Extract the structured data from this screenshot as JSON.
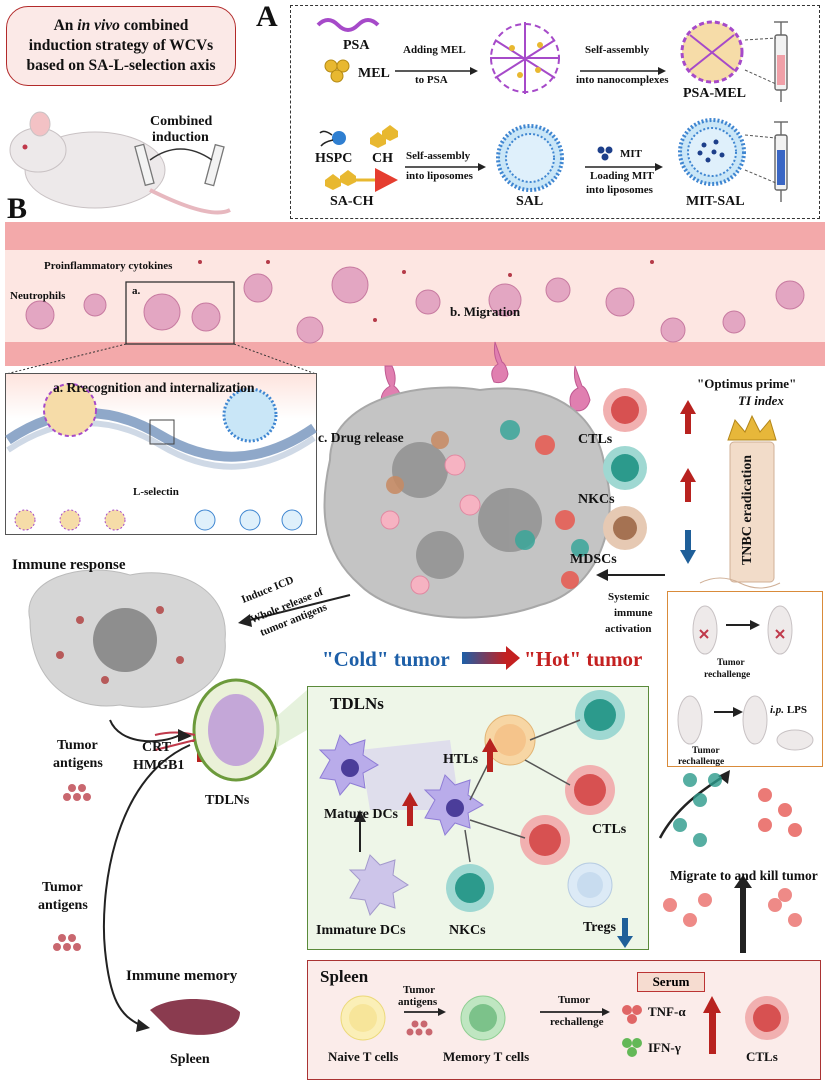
{
  "title": {
    "line1_pre": "An ",
    "line1_italic": "in vivo",
    "line1_post": " combined",
    "line2": "induction strategy of WCVs",
    "line3": "based on SA-L-selection axis"
  },
  "panel_letters": {
    "a": "A",
    "b": "B"
  },
  "panelA": {
    "psa": "PSA",
    "mel": "MEL",
    "adding_mel_l1": "Adding MEL",
    "adding_mel_l2": "to PSA",
    "self_assembly_nc_l1": "Self-assembly",
    "self_assembly_nc_l2": "into nanocomplexes",
    "psa_mel": "PSA-MEL",
    "hspc": "HSPC",
    "ch": "CH",
    "sa_ch": "SA-CH",
    "self_assembly_lipo_l1": "Self-assembly",
    "self_assembly_lipo_l2": "into liposomes",
    "sal": "SAL",
    "mit": "MIT",
    "loading_mit_l1": "Loading MIT",
    "loading_mit_l2": "into liposomes",
    "mit_sal": "MIT-SAL"
  },
  "mouse": {
    "combined_l1": "Combined",
    "combined_l2": "induction"
  },
  "vessel": {
    "cytokines": "Proinflammatory cytokines",
    "neutrophils": "Neutrophils",
    "a_label": "a.",
    "migration": "b. Migration"
  },
  "insetA": {
    "title": "a. Rrecognition and internalization",
    "lselectin": "L-selectin"
  },
  "tumor": {
    "drug_release": "c. Drug release",
    "cold": "\"Cold\" tumor",
    "hot": "\"Hot\" tumor"
  },
  "immune_cells": {
    "ctls": "CTLs",
    "nkcs": "NKCs",
    "mdscs": "MDSCs"
  },
  "optimus": {
    "line1": "\"Optimus prime\"",
    "line2": "TI index",
    "pillar": "TNBC eradication"
  },
  "immune_response": {
    "title": "Immune response",
    "induce_icd": "Induce ICD",
    "whole_release_l1": "Whole release of",
    "whole_release_l2": "tumor antigens",
    "systemic_l1": "Systemic",
    "systemic_l2": "immune",
    "systemic_l3": "activation"
  },
  "rechallenge": {
    "r1_l1": "Tumor",
    "r1_l2": "rechallenge",
    "r2_l1": "Tumor",
    "r2_l2": "rechallenge",
    "lps_italic": "i.p.",
    "lps": " LPS"
  },
  "left_flow": {
    "tumor_antigens1_l1": "Tumor",
    "tumor_antigens1_l2": "antigens",
    "crt": "CRT",
    "hmgb1": "HMGB1",
    "tdlns": "TDLNs",
    "tumor_antigens2_l1": "Tumor",
    "tumor_antigens2_l2": "antigens",
    "immune_memory": "Immune memory",
    "spleen": "Spleen"
  },
  "tdln_box": {
    "title": "TDLNs",
    "htls": "HTLs",
    "mature_dcs": "Mature DCs",
    "ctls": "CTLs",
    "immature_dcs": "Immature DCs",
    "nkcs": "NKCs",
    "tregs": "Tregs"
  },
  "migrate": "Migrate to and kill tumor",
  "spleen_box": {
    "title": "Spleen",
    "naive": "Naive T cells",
    "tumor_antigens_l1": "Tumor",
    "tumor_antigens_l2": "antigens",
    "memory": "Memory T cells",
    "rechallenge_l1": "Tumor",
    "rechallenge_l2": "rechallenge",
    "serum": "Serum",
    "tnf": "TNF-α",
    "ifn": "IFN-γ",
    "ctls": "CTLs"
  },
  "colors": {
    "dark_red": "#a61c1c",
    "arrow_red": "#b8221f",
    "arrow_blue": "#1f5f99",
    "cold_blue": "#1d5fa8",
    "hot_red": "#c42020",
    "vessel_pink": "#f6c3c3",
    "green_border": "#5a8a3a"
  }
}
